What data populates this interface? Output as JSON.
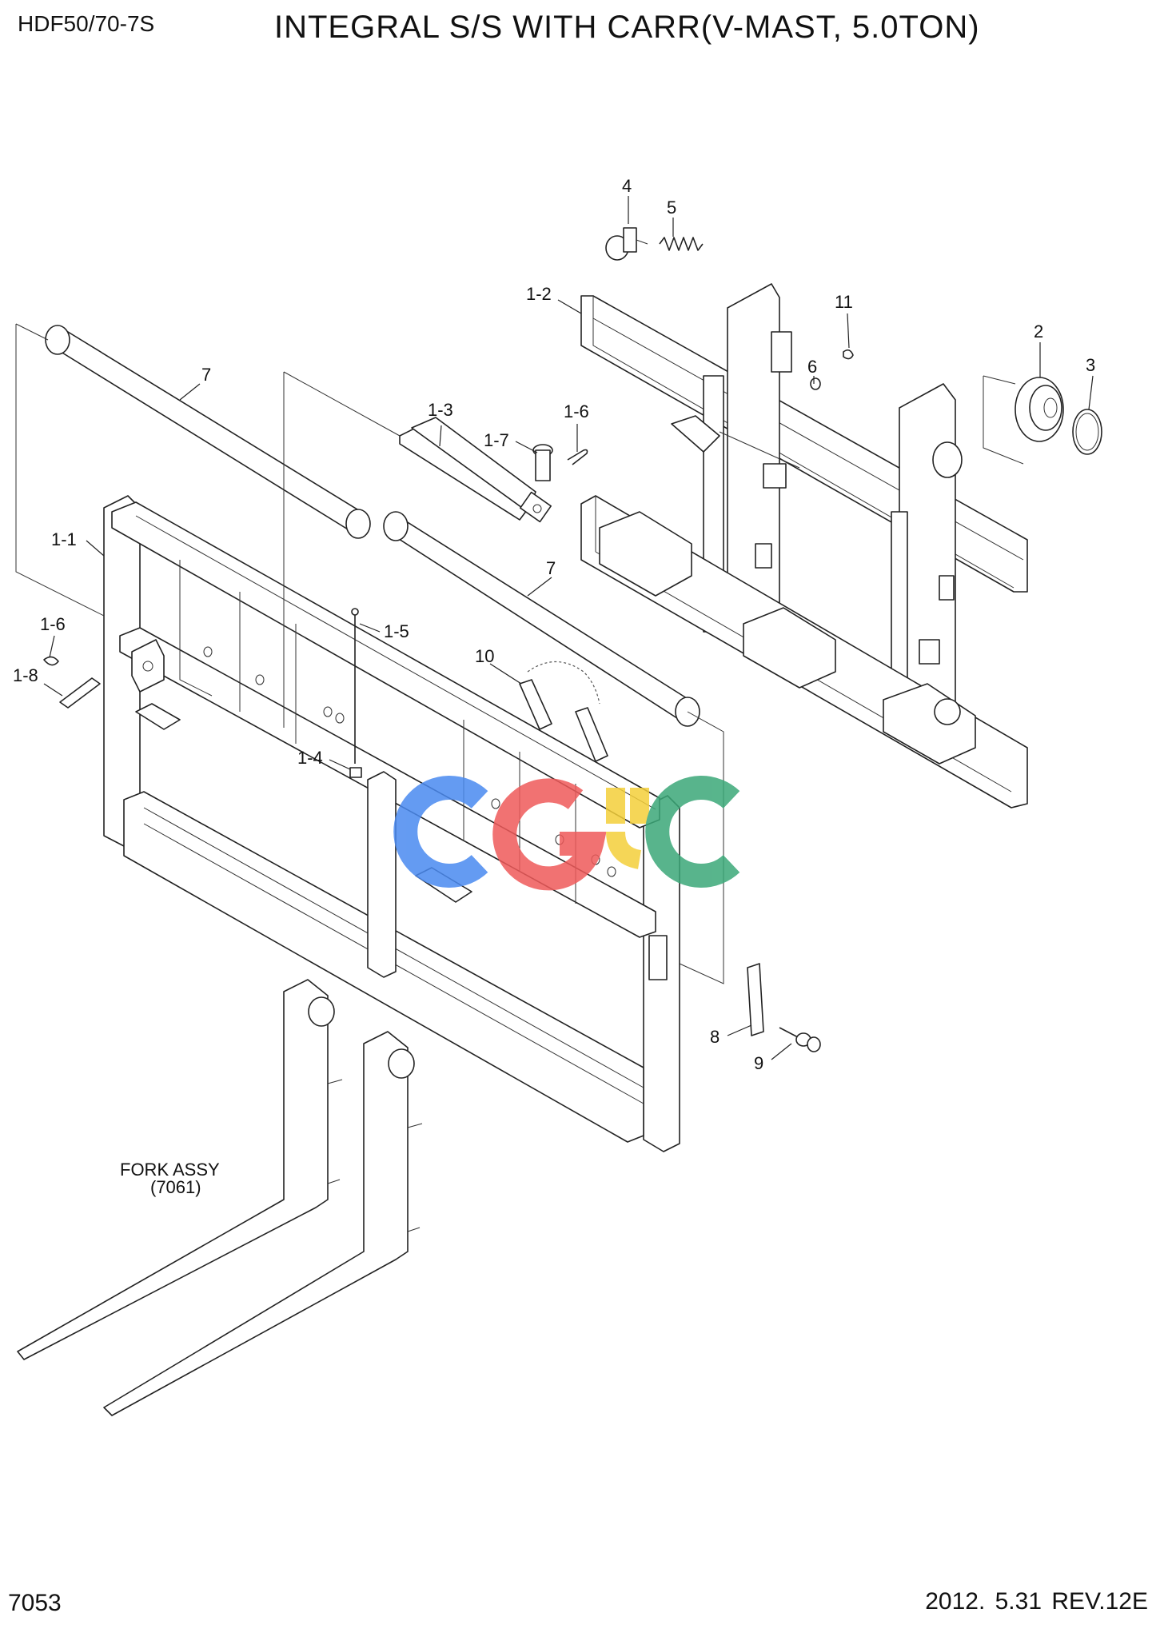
{
  "header": {
    "model": "HDF50/70-7S",
    "title": "INTEGRAL S/S WITH CARR(V-MAST, 5.0TON)"
  },
  "footer": {
    "page": "7053",
    "date_rev": "2012. 5.31  REV.12E"
  },
  "fork": {
    "name": "FORK ASSY",
    "ref": "(7061)"
  },
  "watermark": {
    "text": "CGSC",
    "colors": [
      "#4a8af0",
      "#ef5a5a",
      "#f4cf3a",
      "#3ba878"
    ]
  },
  "callouts": [
    {
      "id": "c4",
      "text": "4"
    },
    {
      "id": "c5",
      "text": "5"
    },
    {
      "id": "c1-2",
      "text": "1-2"
    },
    {
      "id": "c11",
      "text": "11"
    },
    {
      "id": "c2",
      "text": "2"
    },
    {
      "id": "c3",
      "text": "3"
    },
    {
      "id": "c6",
      "text": "6"
    },
    {
      "id": "c7a",
      "text": "7"
    },
    {
      "id": "c1-3",
      "text": "1-3"
    },
    {
      "id": "c1-7",
      "text": "1-7"
    },
    {
      "id": "c1-6a",
      "text": "1-6"
    },
    {
      "id": "c1-1",
      "text": "1-1"
    },
    {
      "id": "c7b",
      "text": "7"
    },
    {
      "id": "c1-6b",
      "text": "1-6"
    },
    {
      "id": "c1-5",
      "text": "1-5"
    },
    {
      "id": "c10",
      "text": "10"
    },
    {
      "id": "c1-8",
      "text": "1-8"
    },
    {
      "id": "c1-4",
      "text": "1-4"
    },
    {
      "id": "c8",
      "text": "8"
    },
    {
      "id": "c9",
      "text": "9"
    }
  ]
}
